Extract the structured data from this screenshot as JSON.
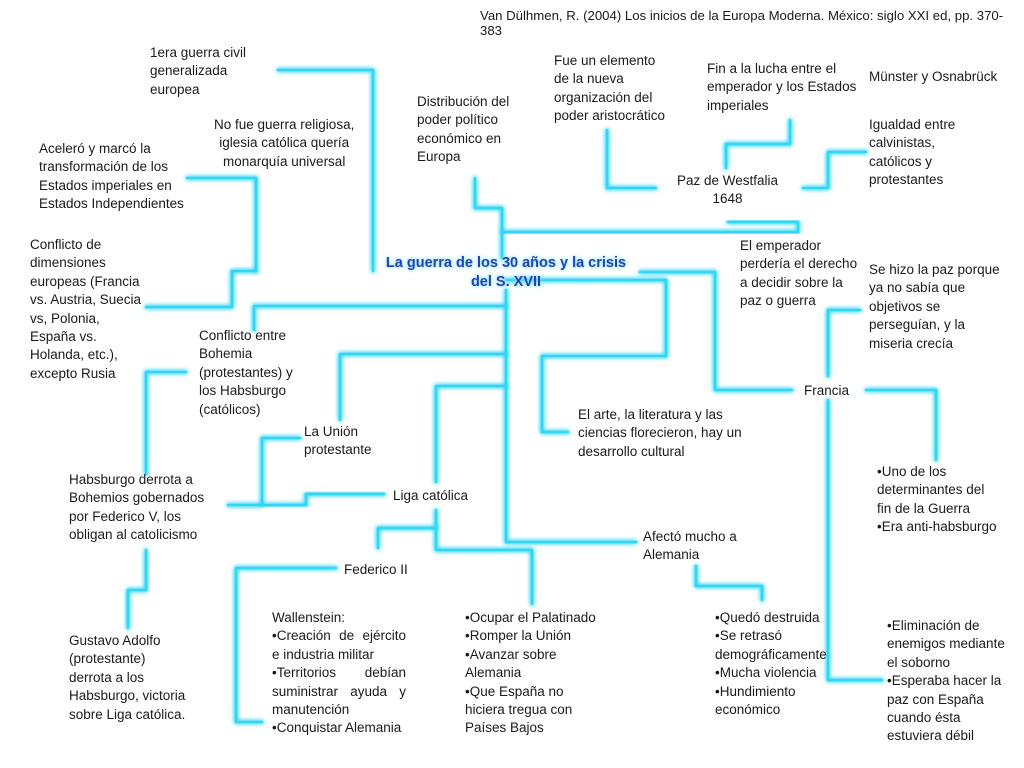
{
  "citation": "Van Dülhmen, R. (2004) Los inicios de la Europa Moderna. México: siglo XXI ed, pp. 370-383",
  "center_title": "La guerra de los 30 años y la crisis del S. XVII",
  "nodes": {
    "primera_guerra_civil": "1era guerra civil\ngeneralizada\neuropea",
    "no_religiosa": "No fue guerra religiosa,\niglesia católica quería\nmonarquía universal",
    "acelero": "Aceleró y marcó la\ntransformación de los\nEstados imperiales en\nEstados Independientes",
    "conflicto_europeo": "Conflicto de\ndimensiones\neuropeas (Francia\nvs. Austria, Suecia\nvs, Polonia,\nEspaña vs.\nHolanda, etc.),\nexcepto Rusia",
    "distribucion": "Distribución del\npoder político\neconómico en\nEuropa",
    "elemento_nuevo": "Fue un elemento\nde la nueva\norganización del\npoder aristocrático",
    "fin_lucha": "Fin a la lucha entre el\nemperador y los Estados\nimperiales",
    "munster": "Münster y Osnabrück",
    "igualdad": "Igualdad entre\ncalvinistas,\ncatólicos  y\nprotestantes",
    "paz_westfalia": "Paz de Westfalia\n1648",
    "emperador": "El emperador\nperdería el derecho\na decidir sobre la\npaz o guerra",
    "paz_sabia": "Se hizo la paz porque\nya no sabía que\nobjetivos se\nperseguían, y la\nmiseria crecía",
    "conflicto_bohemia": "Conflicto entre\nBohemia\n(protestantes) y\nlos Habsburgo\n(católicos)",
    "francia": "Francia",
    "arte": "El arte, la literatura y las\nciencias florecieron, hay un\ndesarrollo cultural",
    "union_protestante": "La Unión\nprotestante",
    "habsburgo_derrota": "Habsburgo derrota a\nBohemios gobernados\npor Federico V, los\nobligan al catolicismo",
    "liga_catolica": "Liga católica",
    "afecto_alemania": "Afectó mucho a\nAlemania",
    "federico": "Federico II",
    "gustavo": "Gustavo Adolfo\n(protestante)\nderrota a los\nHabsburgo, victoria\nsobre Liga católica."
  },
  "lists": {
    "francia_determinante": [
      "•Uno de los",
      "determinantes del",
      "fin de la Guerra",
      "•Era anti-habsburgo"
    ],
    "wallenstein": [
      "Wallenstein:",
      "•Creación de ejército e industria militar",
      "•Territorios debían suministrar ayuda y manutención",
      "•Conquistar Alemania"
    ],
    "ocupar": [
      "•Ocupar el Palatinado",
      "•Romper la Unión",
      "•Avanzar sobre",
      "Alemania",
      "•Que España no",
      "hiciera tregua con",
      "Países Bajos"
    ],
    "quedo_destruida": [
      "•Quedó destruida",
      "•Se retrasó",
      "demográficamente",
      "•Mucha violencia",
      "•Hundimiento",
      "económico"
    ],
    "eliminacion": [
      "•Eliminación de",
      "enemigos mediante",
      "el soborno",
      "•Esperaba hacer la",
      "paz con España",
      "cuando ésta",
      "estuviera débil"
    ]
  },
  "colors": {
    "connector": "#33d6f5",
    "title": "#2a3fb0"
  }
}
